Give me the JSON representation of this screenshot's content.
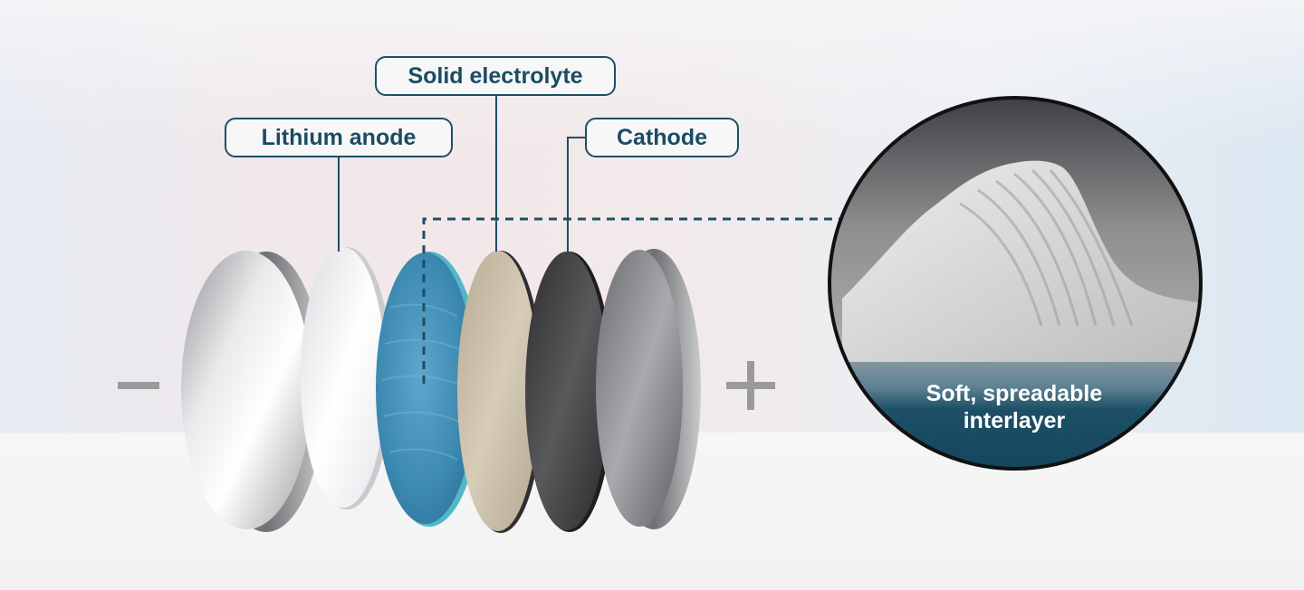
{
  "labels": {
    "solid_electrolyte": "Solid electrolyte",
    "lithium_anode": "Lithium anode",
    "cathode": "Cathode"
  },
  "terminals": {
    "negative": "−",
    "positive": "+"
  },
  "inset": {
    "caption_line1": "Soft, spreadable",
    "caption_line2": "interlayer"
  },
  "colors": {
    "accent_dark_teal": "#1d4f66",
    "interlayer_blue": "#3f8fb9",
    "electrolyte_beige": "#c9bda6",
    "cathode_dark": "#3a3a3c",
    "anode_white": "#f2f3f5",
    "terminal_gray": "#9a9a9a"
  }
}
